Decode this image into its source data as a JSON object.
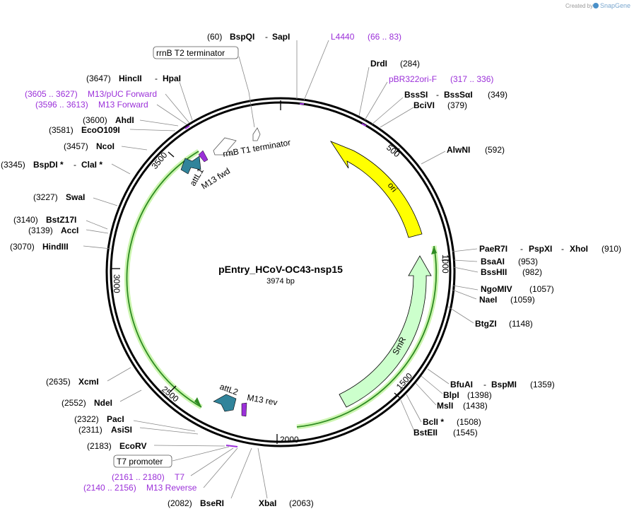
{
  "map": {
    "name": "pEntry_HCoV-OC43-nsp15",
    "length_label": "3974 bp",
    "length": 3974
  },
  "credit": {
    "text": "Created by",
    "brand": "SnapGene"
  },
  "ticks": [
    {
      "label": "500"
    },
    {
      "label": "1000"
    },
    {
      "label": "1500"
    },
    {
      "label": "2000"
    },
    {
      "label": "2500"
    },
    {
      "label": "3000"
    },
    {
      "label": "3500"
    }
  ],
  "features": [
    {
      "label": "ori",
      "color": "#ffff00"
    },
    {
      "label": "SmR",
      "color": "#ccffcc"
    },
    {
      "label": "attL1",
      "color": "#31849b"
    },
    {
      "label": "attL2",
      "color": "#31849b"
    },
    {
      "label": "M13 fwd"
    },
    {
      "label": "M13 rev"
    },
    {
      "label": "rrnB T1 terminator"
    }
  ],
  "sites": [
    {
      "pos": "(60)",
      "name": "BspQI",
      "sep": "-",
      "name2": "SapI"
    },
    {
      "name": "L4440",
      "pos": "(66 .. 83)",
      "primer": true
    },
    {
      "name": "DrdI",
      "pos": "(284)"
    },
    {
      "name": "pBR322ori-F",
      "pos": "(317 .. 336)",
      "primer": true
    },
    {
      "name": "BssSI",
      "sep": "-",
      "name2": "BssSαI",
      "pos": "(349)"
    },
    {
      "name": "BciVI",
      "pos": "(379)"
    },
    {
      "name": "AlwNI",
      "pos": "(592)"
    },
    {
      "name": "PaeR7I",
      "sep": "-",
      "name2": "PspXI",
      "sep2": "-",
      "name3": "XhoI",
      "pos": "(910)"
    },
    {
      "name": "BsaAI",
      "pos": "(953)"
    },
    {
      "name": "BssHII",
      "pos": "(982)"
    },
    {
      "name": "NgoMIV",
      "pos": "(1057)"
    },
    {
      "name": "NaeI",
      "pos": "(1059)"
    },
    {
      "name": "BtgZI",
      "pos": "(1148)"
    },
    {
      "name": "BfuAI",
      "sep": "-",
      "name2": "BspMI",
      "pos": "(1359)"
    },
    {
      "name": "BlpI",
      "pos": "(1398)"
    },
    {
      "name": "MslI",
      "pos": "(1438)"
    },
    {
      "name": "BclI *",
      "pos": "(1508)"
    },
    {
      "name": "BstEII",
      "pos": "(1545)"
    },
    {
      "name": "XbaI",
      "pos": "(2063)"
    },
    {
      "name": "BseRI",
      "pos": "(2082)"
    },
    {
      "name": "M13 Reverse",
      "pos": "(2140 .. 2156)",
      "primer": true
    },
    {
      "name": "T7",
      "pos": "(2161 .. 2180)",
      "primer": true
    },
    {
      "name": "T7 promoter",
      "boxed": true
    },
    {
      "name": "EcoRV",
      "pos": "(2183)"
    },
    {
      "name": "AsiSI",
      "pos": "(2311)"
    },
    {
      "name": "PacI",
      "pos": "(2322)"
    },
    {
      "name": "NdeI",
      "pos": "(2552)"
    },
    {
      "name": "XcmI",
      "pos": "(2635)"
    },
    {
      "name": "HindIII",
      "pos": "(3070)"
    },
    {
      "name": "AccI",
      "pos": "(3139)"
    },
    {
      "name": "BstZ17I",
      "pos": "(3140)"
    },
    {
      "name": "SwaI",
      "pos": "(3227)"
    },
    {
      "name": "BspDI *",
      "sep": "-",
      "name2": "ClaI *",
      "pos": "(3345)"
    },
    {
      "name": "NcoI",
      "pos": "(3457)"
    },
    {
      "name": "EcoO109I",
      "pos": "(3581)"
    },
    {
      "name": "AhdI",
      "pos": "(3600)"
    },
    {
      "name": "M13 Forward",
      "pos": "(3596 .. 3613)",
      "primer": true
    },
    {
      "name": "M13/pUC Forward",
      "pos": "(3605 .. 3627)",
      "primer": true
    },
    {
      "name": "HincII",
      "sep": "-",
      "name2": "HpaI",
      "pos": "(3647)"
    },
    {
      "name": "rrnB T2 terminator",
      "boxed": true
    }
  ]
}
